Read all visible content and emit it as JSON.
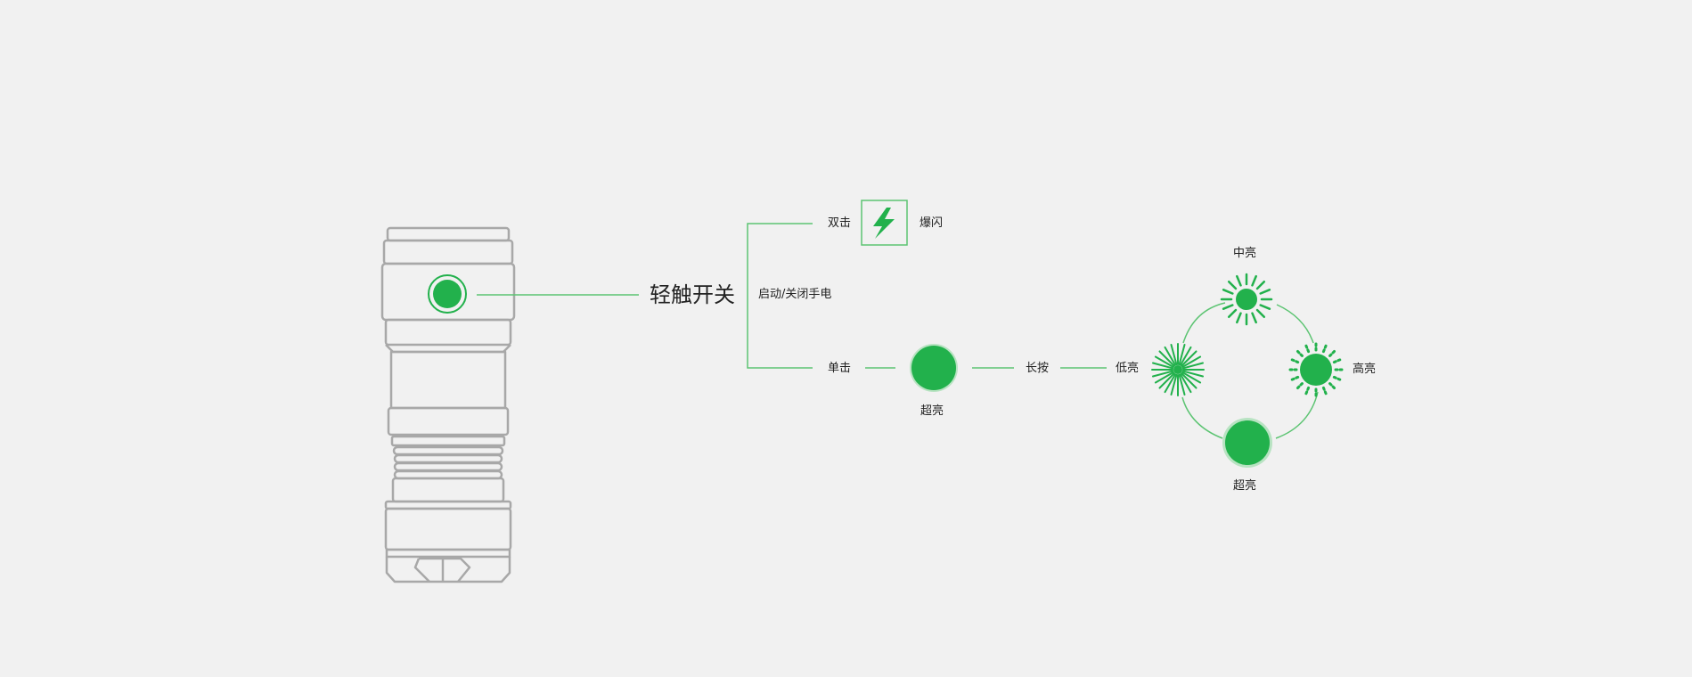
{
  "colors": {
    "accent": "#22b14c",
    "line": "#5cc472",
    "outline": "#a8a8a8",
    "background": "#f1f1f1"
  },
  "switch": {
    "label": "轻触开关",
    "note": "启动/关闭手电"
  },
  "double_click": {
    "action": "双击",
    "result": "爆闪",
    "icon": "lightning-bolt-icon"
  },
  "single_click": {
    "action": "单击",
    "result": "超亮"
  },
  "long_press": {
    "action": "长按"
  },
  "cycle": {
    "low": "低亮",
    "mid": "中亮",
    "high": "高亮",
    "turbo": "超亮"
  }
}
